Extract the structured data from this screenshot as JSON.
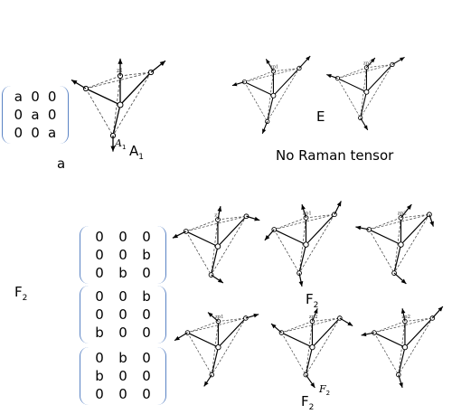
{
  "a1_block": {
    "matrix": [
      [
        "a",
        "0",
        "0"
      ],
      [
        "0",
        "a",
        "0"
      ],
      [
        "0",
        "0",
        "a"
      ]
    ],
    "matrix_caption": "a",
    "label_main": "A",
    "label_sub": "1",
    "inset_label": "A",
    "inset_sub": "1",
    "vertex_label": "z1"
  },
  "e_block": {
    "label": "E",
    "caption": "No Raman tensor",
    "vertex_labels": [
      "zp1",
      "zp2"
    ]
  },
  "f2_block": {
    "label_main": "F",
    "label_sub": "2",
    "matrices": [
      [
        [
          "0",
          "0",
          "0"
        ],
        [
          "0",
          "0",
          "b"
        ],
        [
          "0",
          "b",
          "0"
        ]
      ],
      [
        [
          "0",
          "0",
          "b"
        ],
        [
          "0",
          "0",
          "0"
        ],
        [
          "b",
          "0",
          "0"
        ]
      ],
      [
        [
          "0",
          "b",
          "0"
        ],
        [
          "b",
          "0",
          "0"
        ],
        [
          "0",
          "0",
          "0"
        ]
      ]
    ],
    "row1_caption_main": "F",
    "row1_caption_sub": "2",
    "row2_caption_main": "F",
    "row2_caption_sub": "2",
    "inset_label": "F",
    "inset_sub": "2",
    "vertex_labels": [
      "z1",
      "zp1",
      "zp2",
      "zp1",
      "zp2",
      "zp2"
    ]
  }
}
